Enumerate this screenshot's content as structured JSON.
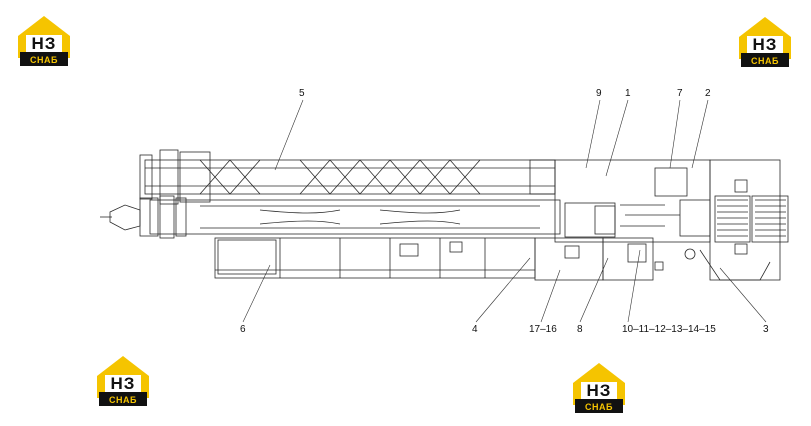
{
  "logos": [
    {
      "top": "НЗ",
      "bottom": "СНАБ"
    },
    {
      "top": "НЗ",
      "bottom": "СНАБ"
    },
    {
      "top": "НЗ",
      "bottom": "СНАБ"
    },
    {
      "top": "НЗ",
      "bottom": "СНАБ"
    }
  ],
  "colors": {
    "logo_yellow": "#f5c400",
    "logo_black": "#111111",
    "line": "#2a2a2a"
  },
  "callouts": {
    "c5": "5",
    "c9": "9",
    "c1": "1",
    "c7": "7",
    "c2": "2",
    "c6": "6",
    "c4": "4",
    "c17_16": "17–16",
    "c8": "8",
    "c10_15": "10–11–12–13–14–15",
    "c3": "3"
  }
}
